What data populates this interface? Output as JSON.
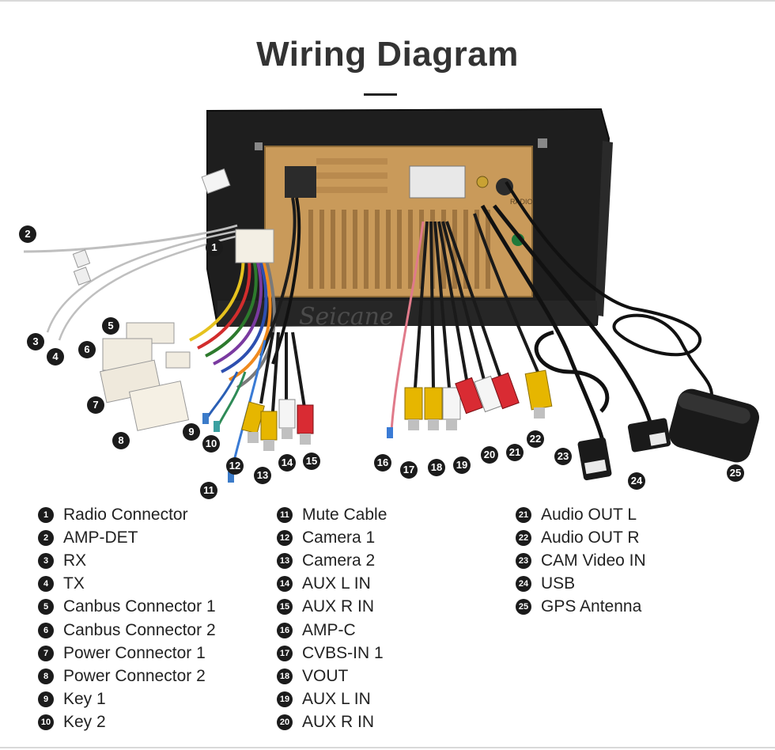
{
  "title": "Wiring Diagram",
  "brand": "Seicane",
  "unit_label": "RADIO",
  "legend": [
    {
      "n": "1",
      "label": "Radio Connector"
    },
    {
      "n": "2",
      "label": "AMP-DET"
    },
    {
      "n": "3",
      "label": "RX"
    },
    {
      "n": "4",
      "label": "TX"
    },
    {
      "n": "5",
      "label": "Canbus Connector 1"
    },
    {
      "n": "6",
      "label": "Canbus Connector 2"
    },
    {
      "n": "7",
      "label": "Power Connector 1"
    },
    {
      "n": "8",
      "label": "Power Connector 2"
    },
    {
      "n": "9",
      "label": "Key 1"
    },
    {
      "n": "10",
      "label": "Key 2"
    },
    {
      "n": "11",
      "label": "Mute Cable"
    },
    {
      "n": "12",
      "label": "Camera 1"
    },
    {
      "n": "13",
      "label": "Camera 2"
    },
    {
      "n": "14",
      "label": "AUX L IN"
    },
    {
      "n": "15",
      "label": "AUX R IN"
    },
    {
      "n": "16",
      "label": "AMP-C"
    },
    {
      "n": "17",
      "label": "CVBS-IN 1"
    },
    {
      "n": "18",
      "label": "VOUT"
    },
    {
      "n": "19",
      "label": "AUX L IN"
    },
    {
      "n": "20",
      "label": "AUX R IN"
    },
    {
      "n": "21",
      "label": "Audio OUT L"
    },
    {
      "n": "22",
      "label": "Audio OUT R"
    },
    {
      "n": "23",
      "label": "CAM Video IN"
    },
    {
      "n": "24",
      "label": "USB"
    },
    {
      "n": "25",
      "label": "GPS Antenna"
    }
  ]
}
